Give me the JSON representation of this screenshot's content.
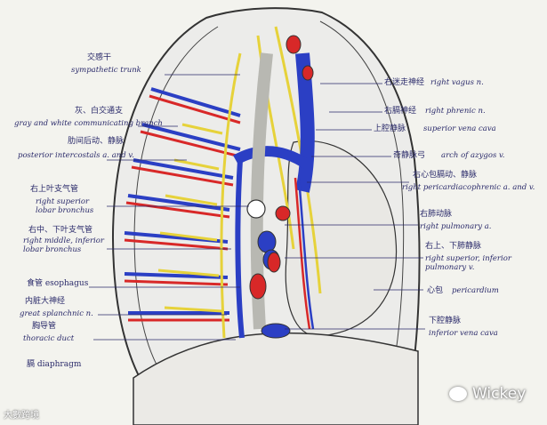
{
  "labels_left": [
    {
      "cn": "交感干",
      "en": "sympathetic trunk"
    },
    {
      "cn": "灰、白交通支",
      "en": "gray and white communicating branch"
    },
    {
      "cn": "肋间后动、静脉",
      "en": "posterior intercostals a. and v."
    },
    {
      "cn": "右上叶支气管",
      "en": "right superior lobar bronchus"
    },
    {
      "cn": "右中、下叶支气管",
      "en": "right middle, inferior lobar bronchus"
    },
    {
      "cn": "食管 esophagus",
      "en": ""
    },
    {
      "cn": "内脏大神经",
      "en": "great splanchnic n."
    },
    {
      "cn": "胸导管",
      "en": "thoracic duct"
    },
    {
      "cn": "膈 diaphragm",
      "en": ""
    }
  ],
  "labels_right": [
    {
      "cn": "右迷走神经",
      "en": "right vagus n."
    },
    {
      "cn": "右膈神经",
      "en": "right phrenic n."
    },
    {
      "cn": "上腔静脉",
      "en": "superior vena cava"
    },
    {
      "cn": "奇静脉弓",
      "en": "arch of azygos v."
    },
    {
      "cn": "右心包膈动、静脉",
      "en": "right pericardiacophrenic a. and v."
    },
    {
      "cn": "右肺动脉",
      "en": "right pulmonary a."
    },
    {
      "cn": "右上、下肺静脉",
      "en": "right superior, inferior pulmonary v."
    },
    {
      "cn": "心包",
      "en": "pericardium"
    },
    {
      "cn": "下腔静脉",
      "en": "inferior vena cava"
    }
  ],
  "watermarks": {
    "left": "大數跨境",
    "right": "Wickey"
  },
  "colors": {
    "vein": "#2b3fc4",
    "artery": "#d82828",
    "nerve": "#e6d23a",
    "ink": "#2a2a6a",
    "paper": "#f3f3ee"
  }
}
